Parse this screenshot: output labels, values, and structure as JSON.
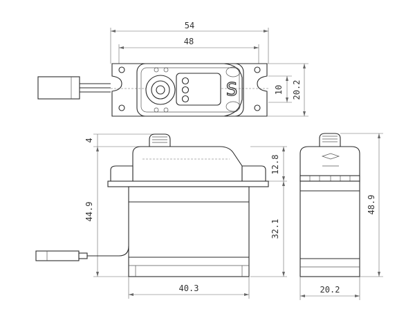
{
  "dimensions": {
    "top_overall_width": "54",
    "top_mount_width": "48",
    "top_slot_height": "10",
    "top_depth": "20.2",
    "front_gear_height": "4",
    "front_upper_height": "12.8",
    "front_body_height": "32.1",
    "front_total_height": "44.9",
    "front_width": "40.3",
    "side_width": "20.2",
    "side_total_height": "48.9"
  },
  "colors": {
    "line": "#2a2a2a",
    "dimension": "#666666",
    "background": "#ffffff"
  }
}
